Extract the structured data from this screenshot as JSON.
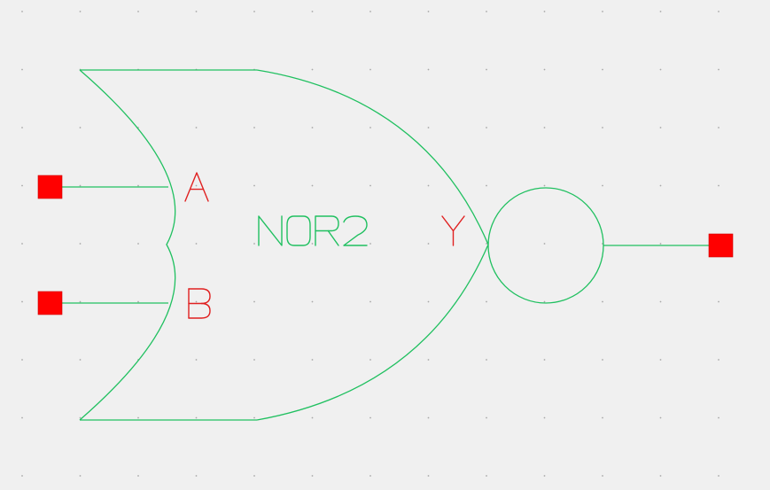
{
  "gate": {
    "cell_name": "NOR2",
    "type": "nor"
  },
  "pins": {
    "input_a": "A",
    "input_b": "B",
    "output_y": "Y"
  },
  "colors": {
    "background": "#f0f0f0",
    "body": "#20c060",
    "pin": "#ff0000",
    "pin_label": "#e02020",
    "grid": "#a8a8a8"
  },
  "icons": {
    "pin_marker": "red-square",
    "inversion_bubble": "circle-outline"
  }
}
